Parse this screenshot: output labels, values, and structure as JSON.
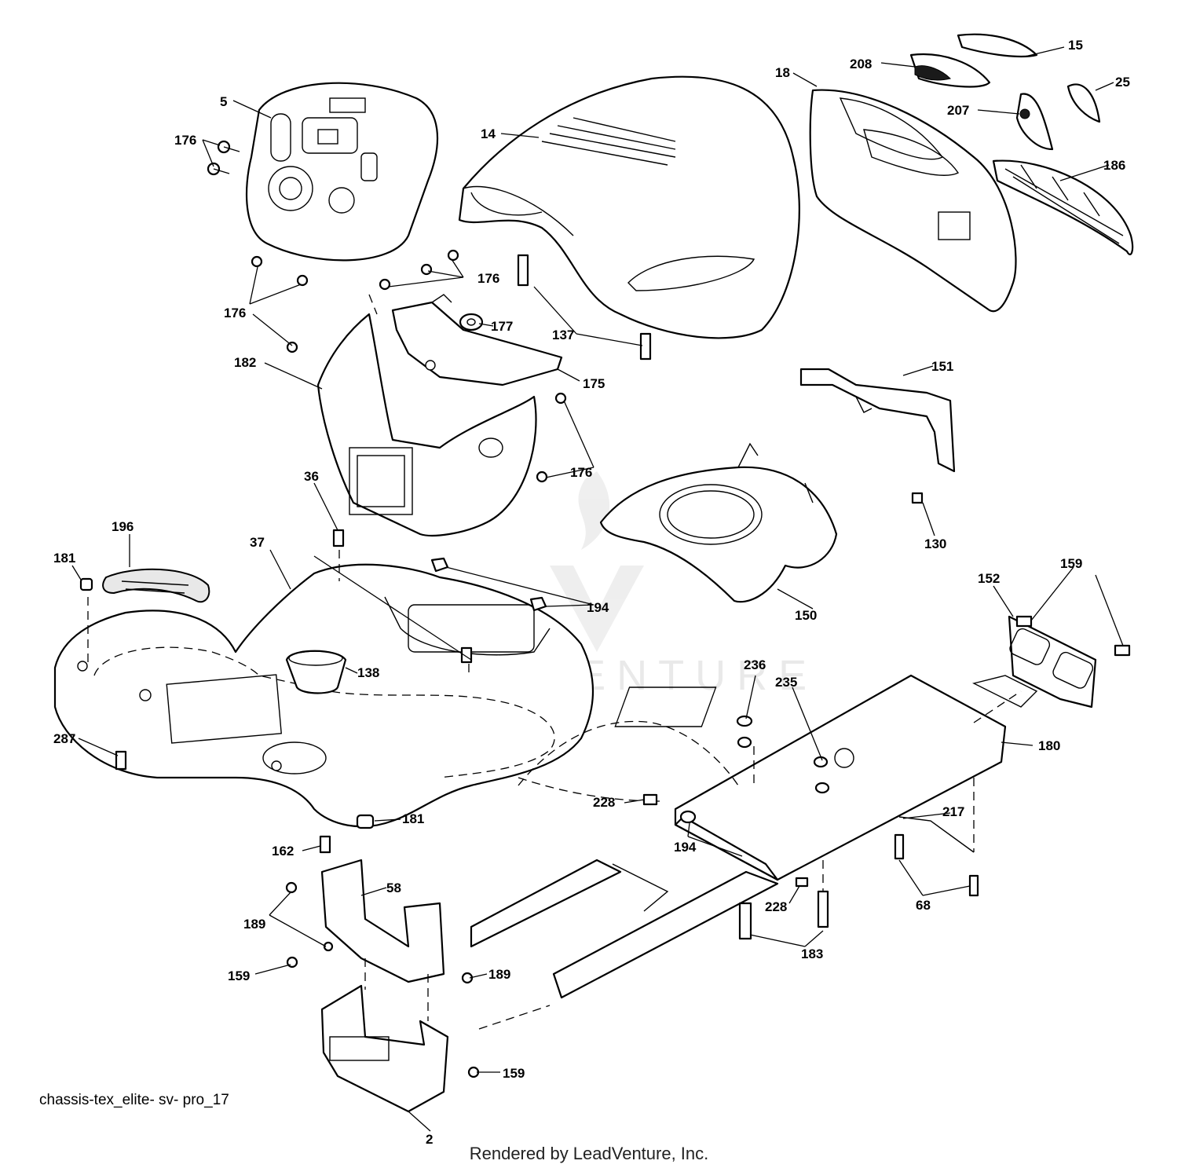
{
  "diagram": {
    "drawing_id": "chassis-tex_elite- sv- pro_17",
    "footer": "Rendered by LeadVenture, Inc.",
    "watermark": "LEADVENTURE",
    "callouts": [
      "5",
      "176",
      "176",
      "176",
      "176",
      "176",
      "14",
      "208",
      "15",
      "18",
      "25",
      "207",
      "186",
      "177",
      "137",
      "137",
      "182",
      "175",
      "151",
      "176",
      "36",
      "196",
      "37",
      "181",
      "194",
      "130",
      "150",
      "152",
      "159",
      "138",
      "236",
      "235",
      "180",
      "287",
      "228",
      "194",
      "181",
      "217",
      "162",
      "58",
      "68",
      "228",
      "189",
      "183",
      "159",
      "189",
      "159",
      "2"
    ]
  }
}
